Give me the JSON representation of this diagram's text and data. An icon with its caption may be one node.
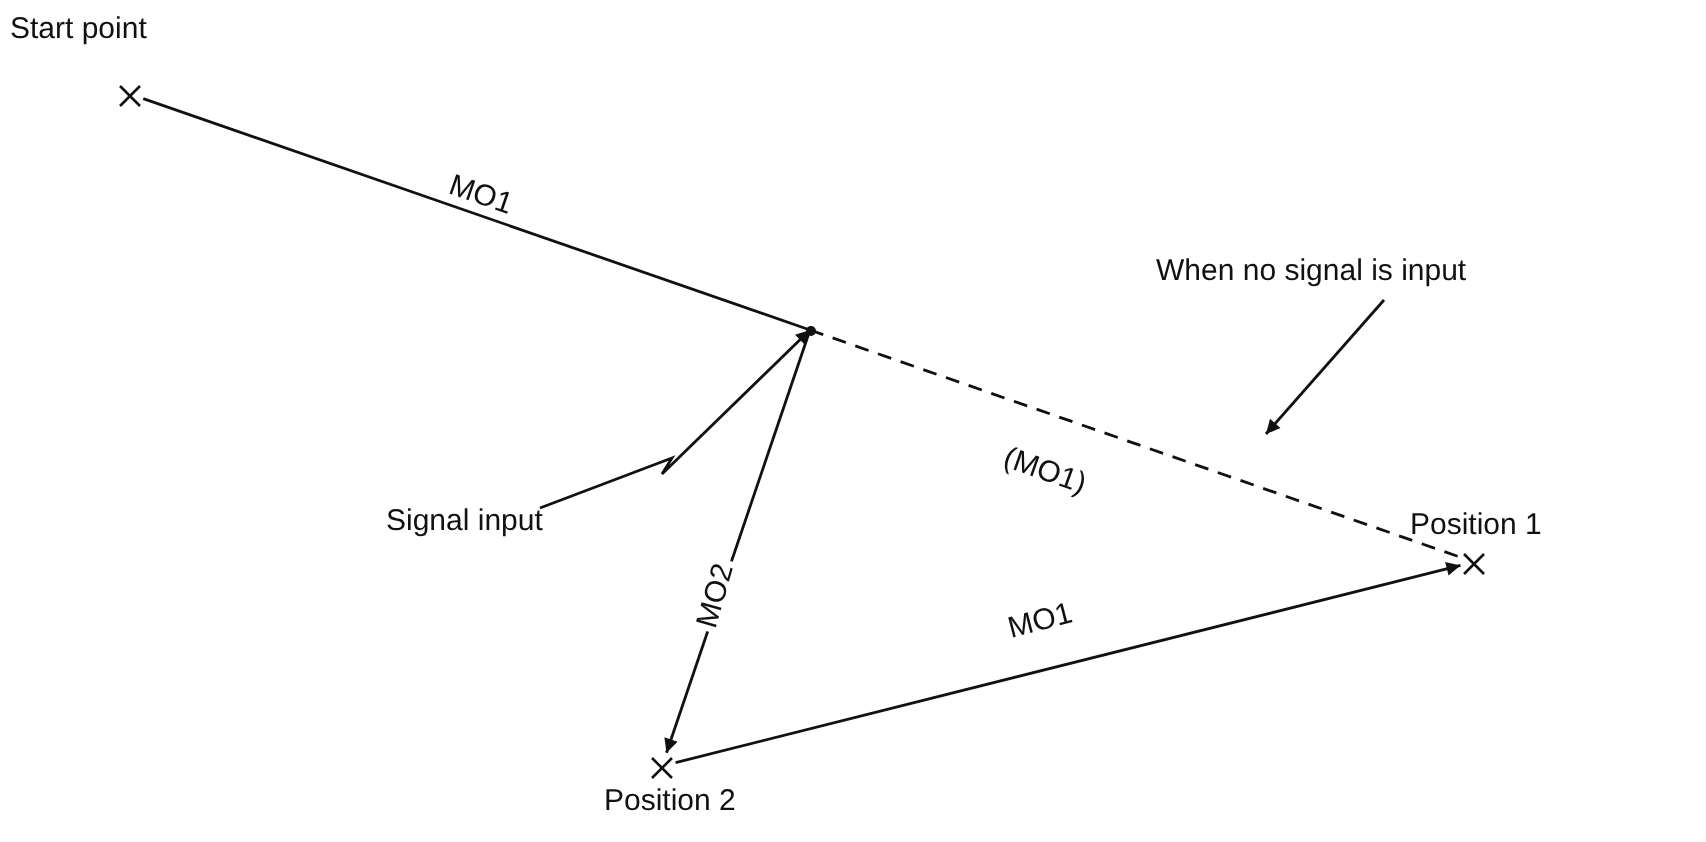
{
  "diagram": {
    "nodes": [
      {
        "text": [],
        "shape": "cross",
        "beside": [
          "Start point"
        ]
      },
      {
        "text": [],
        "shape": "corner"
      },
      {
        "text": [],
        "shape": "cross",
        "beside": [
          "Position 1"
        ]
      },
      {
        "text": [],
        "shape": "cross",
        "beside": [
          "Position 2"
        ]
      },
      {
        "text": [
          "Signal input"
        ]
      },
      {
        "text": [
          "When no signal is input"
        ]
      }
    ],
    "edges": [
      {
        "from": 0,
        "to": 1,
        "arrow": "none",
        "label": "MO1"
      },
      {
        "from": 1,
        "to": 2,
        "arrow": "none",
        "label": "(MO1)",
        "style": "dashed"
      },
      {
        "from": 1,
        "to": 3,
        "arrow": "to",
        "label": "MO2"
      },
      {
        "from": 3,
        "to": 2,
        "arrow": "to",
        "label": "MO1"
      },
      {
        "from": 4,
        "to": 1,
        "arrow": "to"
      },
      {
        "from": 5,
        "to": null,
        "arrow": "to"
      }
    ]
  }
}
